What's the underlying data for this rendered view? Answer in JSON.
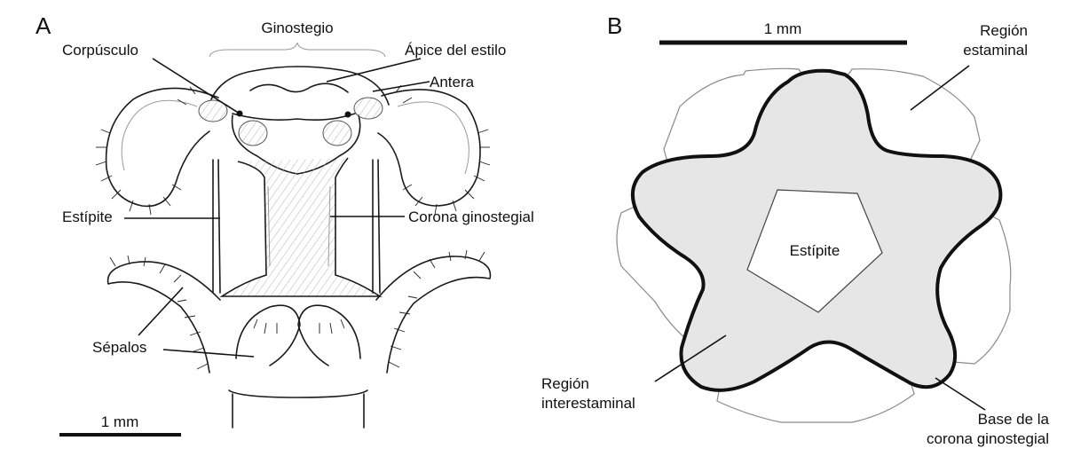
{
  "panel_a": {
    "letter": "A",
    "labels": {
      "ginostegio": "Ginostegio",
      "corpusculo": "Corpúsculo",
      "apice": "Ápice del estilo",
      "antera": "Antera",
      "estipite": "Estípite",
      "corona": "Corona ginostegial",
      "sepalos": "Sépalos"
    },
    "scale_label": "1 mm"
  },
  "panel_b": {
    "letter": "B",
    "scale_label": "1 mm",
    "labels": {
      "region_estaminal_1": "Región",
      "region_estaminal_2": "estaminal",
      "estipite": "Estípite",
      "region_inter_1": "Región",
      "region_inter_2": "interestaminal",
      "base_1": "Base de la",
      "base_2": "corona ginostegial"
    }
  },
  "colors": {
    "ink": "#111111",
    "fill_gray": "#e6e6e6",
    "outline_gray": "#9a9a9a"
  }
}
